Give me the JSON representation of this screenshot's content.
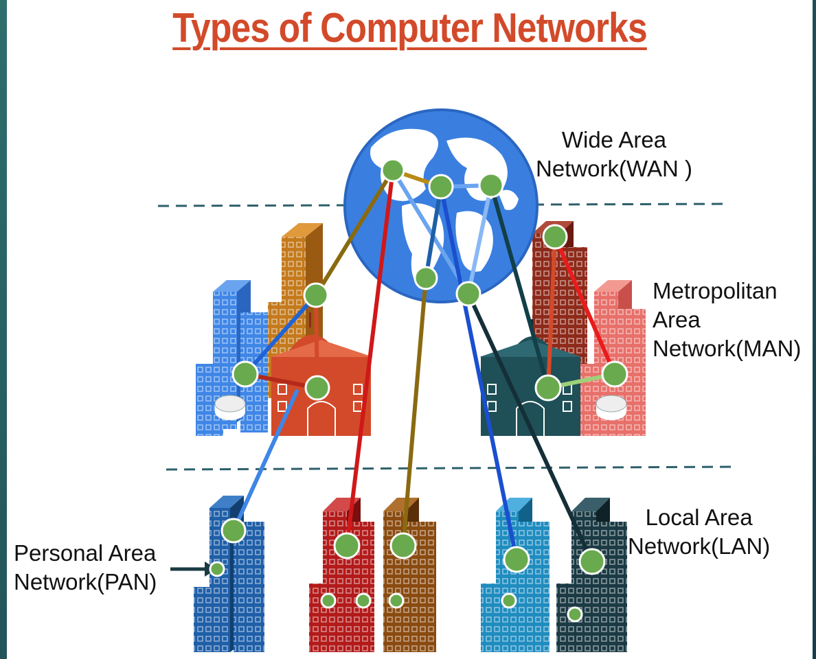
{
  "title": "Types of Computer Networks",
  "labels": {
    "wan": [
      "Wide Area",
      "Network(WAN )"
    ],
    "man": [
      "Metropolitan",
      "Area",
      "Network(MAN)"
    ],
    "lan": [
      "Local Area",
      "Network(LAN)"
    ],
    "pan": [
      "Personal Area",
      "Network(PAN)"
    ]
  },
  "levels": [
    "WAN",
    "MAN",
    "LAN",
    "PAN"
  ],
  "colors": {
    "title": "#d24a2a",
    "globe": "#3a7fe0",
    "node": "#6aaa4e",
    "divider": "#2e5f6a",
    "building_blue": "#3f86e6",
    "building_orange": "#c47a1c",
    "building_red": "#d24a2a",
    "building_darkred": "#8e2a1a",
    "building_pink": "#e8706a",
    "building_darkteal": "#1f4f57",
    "building_navy": "#1f5fa8",
    "building_crimson": "#b31a1a",
    "building_brown": "#8a4b10",
    "building_teal": "#1f8cbf",
    "building_slate": "#1b3a44"
  }
}
